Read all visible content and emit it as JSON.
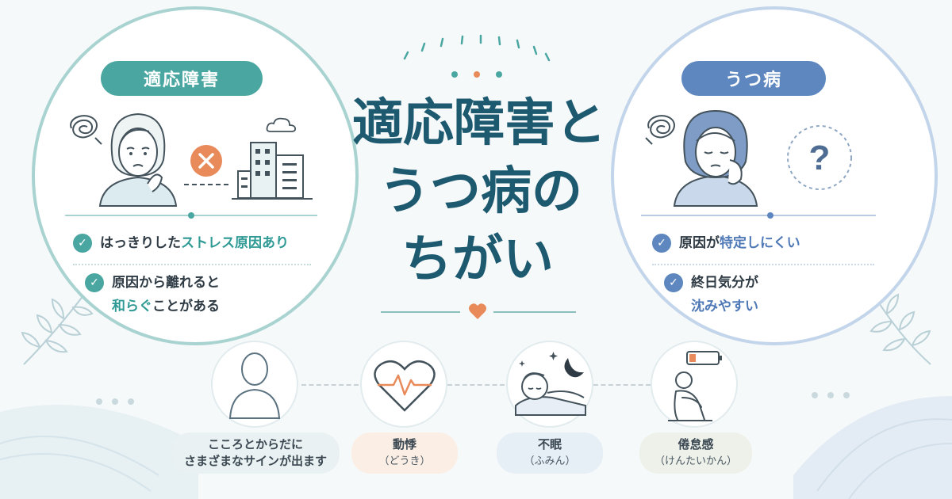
{
  "title": {
    "line1": "適応障害と",
    "line2": "うつ病の",
    "line3": "ちがい"
  },
  "left_panel": {
    "label": "適応障害",
    "bullets": [
      {
        "plain": "はっきりした",
        "highlight": "ストレス原因あり",
        "rest": ""
      },
      {
        "plain": "原因から離れると",
        "highlight": "和らぐ",
        "rest": "ことがある"
      }
    ],
    "icons": [
      "worried-person-icon",
      "scribble-stress-icon",
      "cross-icon",
      "building-icon",
      "cloud-icon"
    ]
  },
  "right_panel": {
    "label": "うつ病",
    "bullets": [
      {
        "plain": "原因が",
        "highlight": "特定しにくい",
        "rest": ""
      },
      {
        "plain": "終日気分が",
        "highlight": "沈みやすい",
        "rest": ""
      }
    ],
    "icons": [
      "sad-person-icon",
      "scribble-stress-icon",
      "question-mark-icon"
    ]
  },
  "symptoms": [
    {
      "title": "こころとからだに",
      "subtitle": "さまざまなサインが出ます",
      "icon": "person-silhouette-icon",
      "color": "#e9f1f2"
    },
    {
      "title": "動悸",
      "subtitle": "（どうき）",
      "icon": "heartbeat-icon",
      "color": "#fbeee5"
    },
    {
      "title": "不眠",
      "subtitle": "（ふみん）",
      "icon": "sleepless-icon",
      "color": "#e6eef6"
    },
    {
      "title": "倦怠感",
      "subtitle": "（けんたいかん）",
      "icon": "fatigue-icon",
      "color": "#edf1ea"
    }
  ],
  "colors": {
    "teal": "#4aa6a0",
    "blue": "#5d87be",
    "title": "#1d5a70",
    "accent_orange": "#e88a5a",
    "background": "#f6f9fa"
  }
}
